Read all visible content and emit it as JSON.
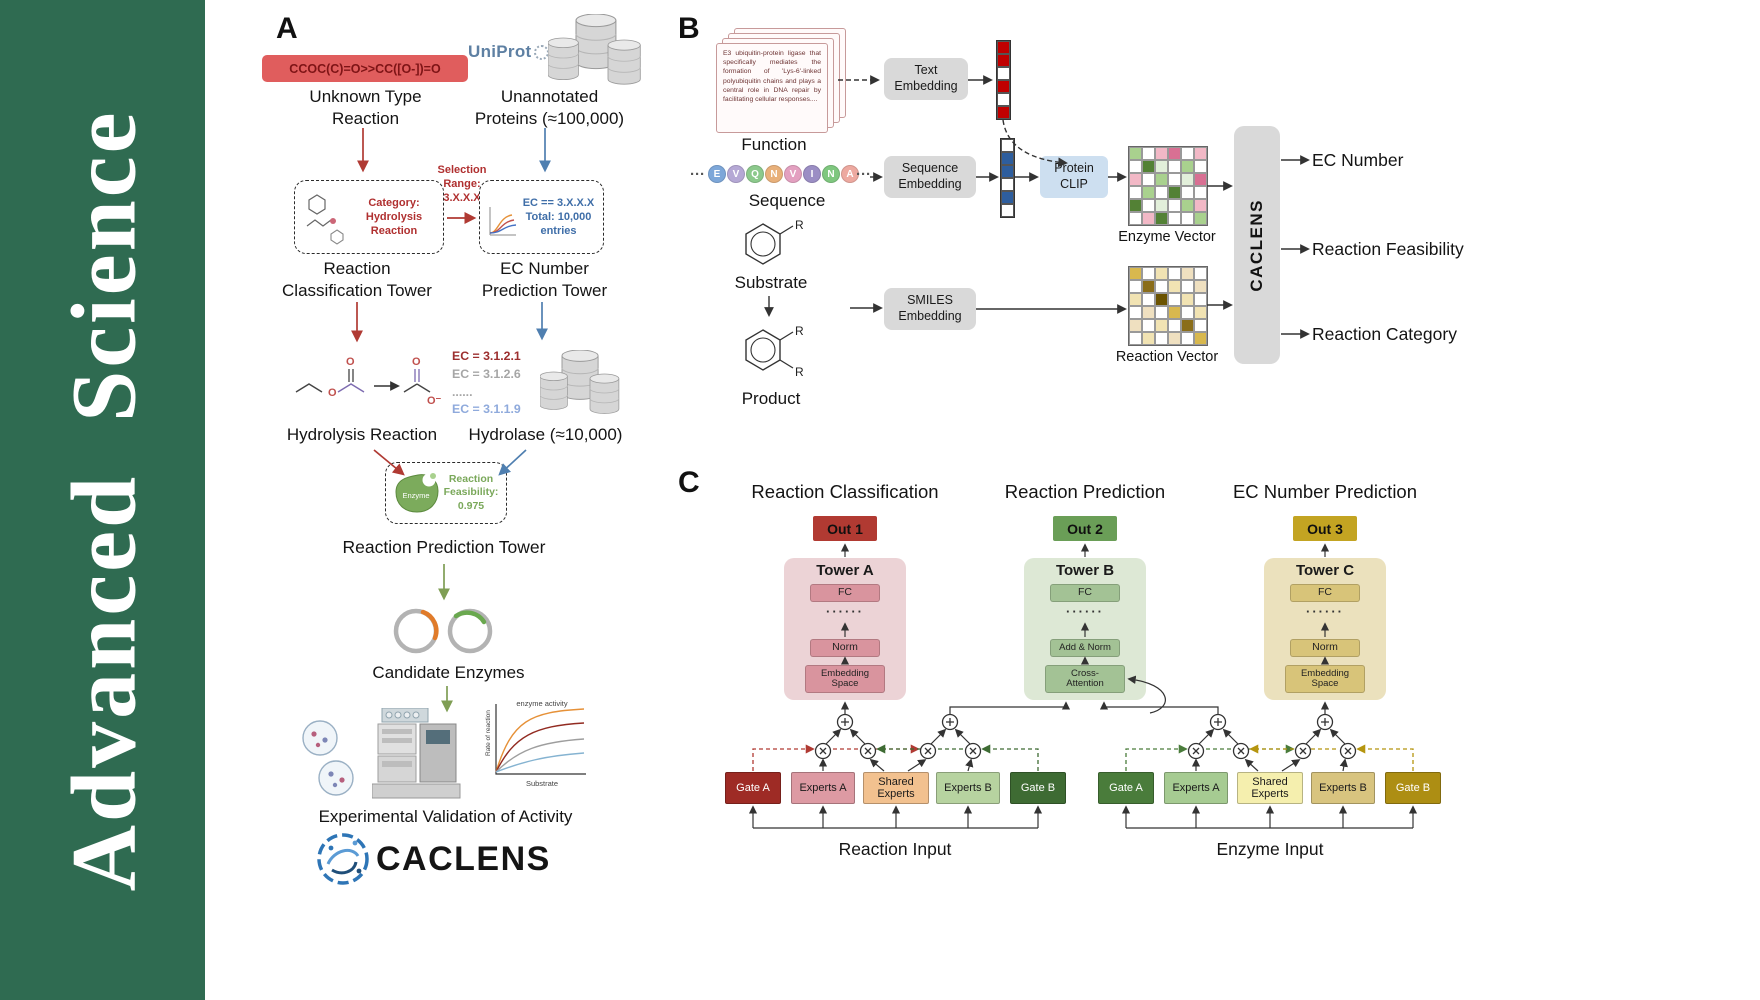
{
  "journal": {
    "name": "Advanced  Science",
    "brand_green": "#2f6b51"
  },
  "panelA": {
    "label": "A",
    "smiles": "CCOC(C)=O>>CC([O-])=O",
    "unknown_reaction": "Unknown Type\nReaction",
    "uniprot": "UniProt",
    "unannotated": "Unannotated\nProteins (≈100,000)",
    "classification_box": "Category:\nHydrolysis\nReaction",
    "selection_range": "Selection\nRange:\n3.X.X.X",
    "ec_box": "EC == 3.X.X.X\nTotal: 10,000\nentries",
    "tower_classification": "Reaction\nClassification Tower",
    "tower_ec": "EC Number\nPrediction Tower",
    "hydrolysis_reaction": "Hydrolysis Reaction",
    "ec_list": [
      {
        "text": "EC = 3.1.2.1",
        "color": "#9c2f2f"
      },
      {
        "text": "EC = 3.1.2.6",
        "color": "#a6a6a6"
      },
      {
        "text": "......",
        "color": "#a6a6a6"
      },
      {
        "text": "EC = 3.1.1.9",
        "color": "#8faadc"
      }
    ],
    "hydrolase": "Hydrolase (≈10,000)",
    "enzyme_blob": "Enzyme",
    "feasibility": "Reaction\nFeasibility:\n0.975",
    "tower_prediction": "Reaction Prediction Tower",
    "candidate_enzymes": "Candidate Enzymes",
    "validation": "Experimental Validation of Activity",
    "plot": {
      "title": "enzyme activity",
      "ylabel": "Rate of reaction",
      "xlabel": "Substrate"
    },
    "logo_text": "CACLENS"
  },
  "panelB": {
    "label": "B",
    "function_card": "E3 ubiquitin-protein ligase that specifically mediates the formation of 'Lys-6'-linked polyubiquitin chains and plays a central role in DNA repair by facilitating cellular responses....",
    "function_label": "Function",
    "text_embedding": "Text\nEmbedding",
    "sequence": {
      "ellipsis": "···",
      "residues": [
        {
          "letter": "E",
          "color": "#7da7d9"
        },
        {
          "letter": "V",
          "color": "#b5a8d5"
        },
        {
          "letter": "Q",
          "color": "#8cc98c"
        },
        {
          "letter": "N",
          "color": "#e8b07a"
        },
        {
          "letter": "V",
          "color": "#e3a0c0"
        },
        {
          "letter": "I",
          "color": "#9b8ec4"
        },
        {
          "letter": "N",
          "color": "#7fc77f"
        },
        {
          "letter": "A",
          "color": "#eda9a0"
        }
      ],
      "label": "Sequence"
    },
    "sequence_embedding": "Sequence\nEmbedding",
    "protein_clip": "Protein\nCLIP",
    "text_vector": {
      "palette": {
        "r": "#c00000",
        "w": "#ffffff"
      },
      "cells": [
        "r",
        "r",
        "w",
        "r",
        "w",
        "r"
      ]
    },
    "seq_vector": {
      "palette": {
        "b": "#2e5e9e",
        "w": "#ffffff"
      },
      "cells": [
        "w",
        "b",
        "b",
        "w",
        "b",
        "w"
      ]
    },
    "enzyme_vector": {
      "label": "Enzyme Vector",
      "palette": {
        "w": "#ffffff",
        "g": "#a9d18e",
        "G": "#538135",
        "p": "#f2b8c6",
        "P": "#d87093",
        "l": "#e2efda"
      },
      "cells": [
        "g",
        "w",
        "p",
        "P",
        "w",
        "p",
        "w",
        "G",
        "l",
        "w",
        "g",
        "w",
        "p",
        "w",
        "g",
        "w",
        "l",
        "P",
        "w",
        "g",
        "w",
        "G",
        "w",
        "w",
        "G",
        "w",
        "l",
        "w",
        "g",
        "p",
        "w",
        "p",
        "G",
        "w",
        "w",
        "g"
      ]
    },
    "reaction_vector": {
      "label": "Reaction Vector",
      "palette": {
        "w": "#ffffff",
        "y": "#f1e3b3",
        "Y": "#d8b84e",
        "B": "#8a6d1a",
        "t": "#efe0c0",
        "D": "#6b5300"
      },
      "cells": [
        "Y",
        "w",
        "y",
        "w",
        "t",
        "w",
        "w",
        "B",
        "w",
        "y",
        "w",
        "t",
        "y",
        "w",
        "D",
        "w",
        "y",
        "w",
        "w",
        "t",
        "w",
        "Y",
        "w",
        "y",
        "t",
        "w",
        "y",
        "w",
        "B",
        "w",
        "w",
        "y",
        "w",
        "t",
        "w",
        "Y"
      ]
    },
    "substrate_label": "Substrate",
    "product_label": "Product",
    "r_label": "R",
    "smiles_embedding": "SMILES\nEmbedding",
    "caclens": "CACLENS",
    "outputs": [
      "EC Number",
      "Reaction Feasibility",
      "Reaction Category"
    ]
  },
  "panelC": {
    "label": "C",
    "headers": [
      "Reaction Classification",
      "Reaction Prediction",
      "EC Number Prediction"
    ],
    "outs": [
      {
        "label": "Out 1",
        "bg": "#b13a32"
      },
      {
        "label": "Out 2",
        "bg": "#6a9e57"
      },
      {
        "label": "Out 3",
        "bg": "#c3a422"
      }
    ],
    "towers": [
      {
        "name": "Tower A",
        "bg": "#ecd3d6",
        "box_bg": "#d9949e",
        "fc": "FC",
        "dots": "······",
        "mid": "Norm",
        "bottom": "Embedding\nSpace"
      },
      {
        "name": "Tower B",
        "bg": "#dde8d5",
        "box_bg": "#a3c295",
        "fc": "FC",
        "dots": "······",
        "mid": "Add & Norm",
        "bottom": "Cross-\nAttention"
      },
      {
        "name": "Tower C",
        "bg": "#ebe1bd",
        "box_bg": "#d8c479",
        "fc": "FC",
        "dots": "······",
        "mid": "Norm",
        "bottom": "Embedding\nSpace"
      }
    ],
    "groups": [
      {
        "input_label": "Reaction Input",
        "boxes": [
          {
            "label": "Gate A",
            "bg": "#9e2b25",
            "fg": "#ffffff"
          },
          {
            "label": "Experts A",
            "bg": "#dd9aa3",
            "fg": "#1a1a1a"
          },
          {
            "label": "Shared\nExperts",
            "bg": "#f2c18f",
            "fg": "#1a1a1a"
          },
          {
            "label": "Experts B",
            "bg": "#b7d3a0",
            "fg": "#1a1a1a"
          },
          {
            "label": "Gate B",
            "bg": "#3e6b33",
            "fg": "#ffffff"
          }
        ]
      },
      {
        "input_label": "Enzyme Input",
        "boxes": [
          {
            "label": "Gate A",
            "bg": "#4a7c3b",
            "fg": "#ffffff"
          },
          {
            "label": "Experts A",
            "bg": "#a6cb92",
            "fg": "#1a1a1a"
          },
          {
            "label": "Shared\nExperts",
            "bg": "#f5efae",
            "fg": "#1a1a1a"
          },
          {
            "label": "Experts B",
            "bg": "#d8c47f",
            "fg": "#1a1a1a"
          },
          {
            "label": "Gate B",
            "bg": "#ad8e13",
            "fg": "#ffffff"
          }
        ]
      }
    ]
  }
}
